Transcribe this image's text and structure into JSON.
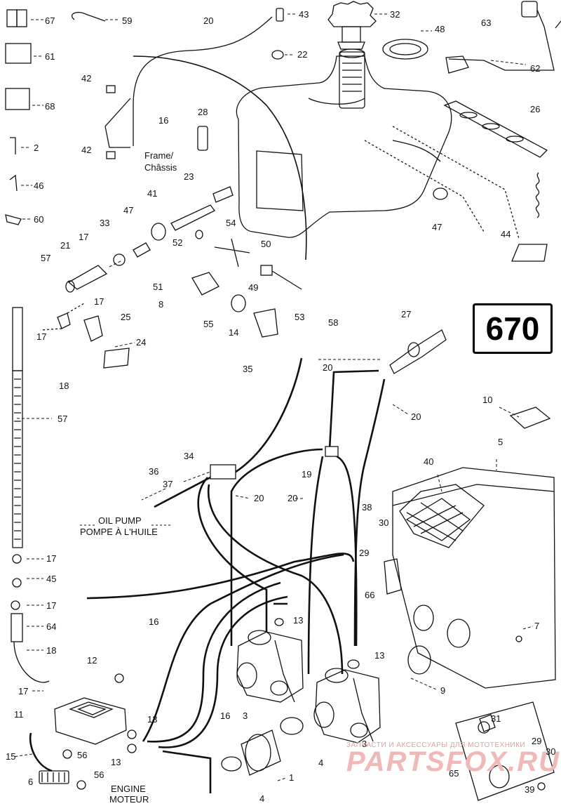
{
  "diagram": {
    "figure_number": "670",
    "part_labels": [
      {
        "id": "p67",
        "num": "67"
      },
      {
        "id": "p59",
        "num": "59"
      },
      {
        "id": "p20a",
        "num": "20"
      },
      {
        "id": "p43",
        "num": "43"
      },
      {
        "id": "p32",
        "num": "32"
      },
      {
        "id": "p48",
        "num": "48"
      },
      {
        "id": "p63",
        "num": "63"
      },
      {
        "id": "p61",
        "num": "61"
      },
      {
        "id": "p22",
        "num": "22"
      },
      {
        "id": "p62",
        "num": "62"
      },
      {
        "id": "p42a",
        "num": "42"
      },
      {
        "id": "p68",
        "num": "68"
      },
      {
        "id": "p28",
        "num": "28"
      },
      {
        "id": "p26",
        "num": "26"
      },
      {
        "id": "p16a",
        "num": "16"
      },
      {
        "id": "p2",
        "num": "2"
      },
      {
        "id": "p42b",
        "num": "42"
      },
      {
        "id": "p23",
        "num": "23"
      },
      {
        "id": "p46",
        "num": "46"
      },
      {
        "id": "p41",
        "num": "41"
      },
      {
        "id": "p47a",
        "num": "47"
      },
      {
        "id": "p47b",
        "num": "47"
      },
      {
        "id": "p44",
        "num": "44"
      },
      {
        "id": "p60",
        "num": "60"
      },
      {
        "id": "p33",
        "num": "33"
      },
      {
        "id": "p54",
        "num": "54"
      },
      {
        "id": "p17a",
        "num": "17"
      },
      {
        "id": "p52",
        "num": "52"
      },
      {
        "id": "p50",
        "num": "50"
      },
      {
        "id": "p21",
        "num": "21"
      },
      {
        "id": "p57a",
        "num": "57"
      },
      {
        "id": "p51",
        "num": "51"
      },
      {
        "id": "p49",
        "num": "49"
      },
      {
        "id": "p17b",
        "num": "17"
      },
      {
        "id": "p8",
        "num": "8"
      },
      {
        "id": "p25",
        "num": "25"
      },
      {
        "id": "p53",
        "num": "53"
      },
      {
        "id": "p58",
        "num": "58"
      },
      {
        "id": "p27",
        "num": "27"
      },
      {
        "id": "p17c",
        "num": "17"
      },
      {
        "id": "p55",
        "num": "55"
      },
      {
        "id": "p14",
        "num": "14"
      },
      {
        "id": "p24",
        "num": "24"
      },
      {
        "id": "p35",
        "num": "35"
      },
      {
        "id": "p20b",
        "num": "20"
      },
      {
        "id": "p18a",
        "num": "18"
      },
      {
        "id": "p20c",
        "num": "20"
      },
      {
        "id": "p10",
        "num": "10"
      },
      {
        "id": "p57b",
        "num": "57"
      },
      {
        "id": "p5",
        "num": "5"
      },
      {
        "id": "p34",
        "num": "34"
      },
      {
        "id": "p40",
        "num": "40"
      },
      {
        "id": "p36",
        "num": "36"
      },
      {
        "id": "p19",
        "num": "19"
      },
      {
        "id": "p37",
        "num": "37"
      },
      {
        "id": "p20d",
        "num": "20"
      },
      {
        "id": "p20e",
        "num": "20"
      },
      {
        "id": "p38",
        "num": "38"
      },
      {
        "id": "p30a",
        "num": "30"
      },
      {
        "id": "p29a",
        "num": "29"
      },
      {
        "id": "p17d",
        "num": "17"
      },
      {
        "id": "p45",
        "num": "45"
      },
      {
        "id": "p66",
        "num": "66"
      },
      {
        "id": "p17e",
        "num": "17"
      },
      {
        "id": "p16b",
        "num": "16"
      },
      {
        "id": "p13a",
        "num": "13"
      },
      {
        "id": "p64",
        "num": "64"
      },
      {
        "id": "p7",
        "num": "7"
      },
      {
        "id": "p18b",
        "num": "18"
      },
      {
        "id": "p12",
        "num": "12"
      },
      {
        "id": "p13b",
        "num": "13"
      },
      {
        "id": "p17f",
        "num": "17"
      },
      {
        "id": "p9",
        "num": "9"
      },
      {
        "id": "p11",
        "num": "11"
      },
      {
        "id": "p16c",
        "num": "16"
      },
      {
        "id": "p3a",
        "num": "3"
      },
      {
        "id": "p13c",
        "num": "13"
      },
      {
        "id": "p31",
        "num": "31"
      },
      {
        "id": "p3b",
        "num": "3"
      },
      {
        "id": "p29b",
        "num": "29"
      },
      {
        "id": "p30b",
        "num": "30"
      },
      {
        "id": "p15",
        "num": "15"
      },
      {
        "id": "p56a",
        "num": "56"
      },
      {
        "id": "p13d",
        "num": "13"
      },
      {
        "id": "p4a",
        "num": "4"
      },
      {
        "id": "p1",
        "num": "1"
      },
      {
        "id": "p65",
        "num": "65"
      },
      {
        "id": "p6",
        "num": "6"
      },
      {
        "id": "p56b",
        "num": "56"
      },
      {
        "id": "p39",
        "num": "39"
      },
      {
        "id": "p4b",
        "num": "4"
      }
    ],
    "text_labels": {
      "frame": "Frame/",
      "chassis": "Châssis",
      "oil_pump_en": "OIL PUMP",
      "oil_pump_fr": "POMPE À L'HUILE",
      "engine_en": "ENGINE",
      "engine_fr": "MOTEUR"
    },
    "watermark": {
      "tagline": "ЗАПЧАСТИ И АКСЕССУАРЫ ДЛЯ МОТОТЕХНИКИ",
      "brand": "PARTSFOX.RU"
    }
  }
}
